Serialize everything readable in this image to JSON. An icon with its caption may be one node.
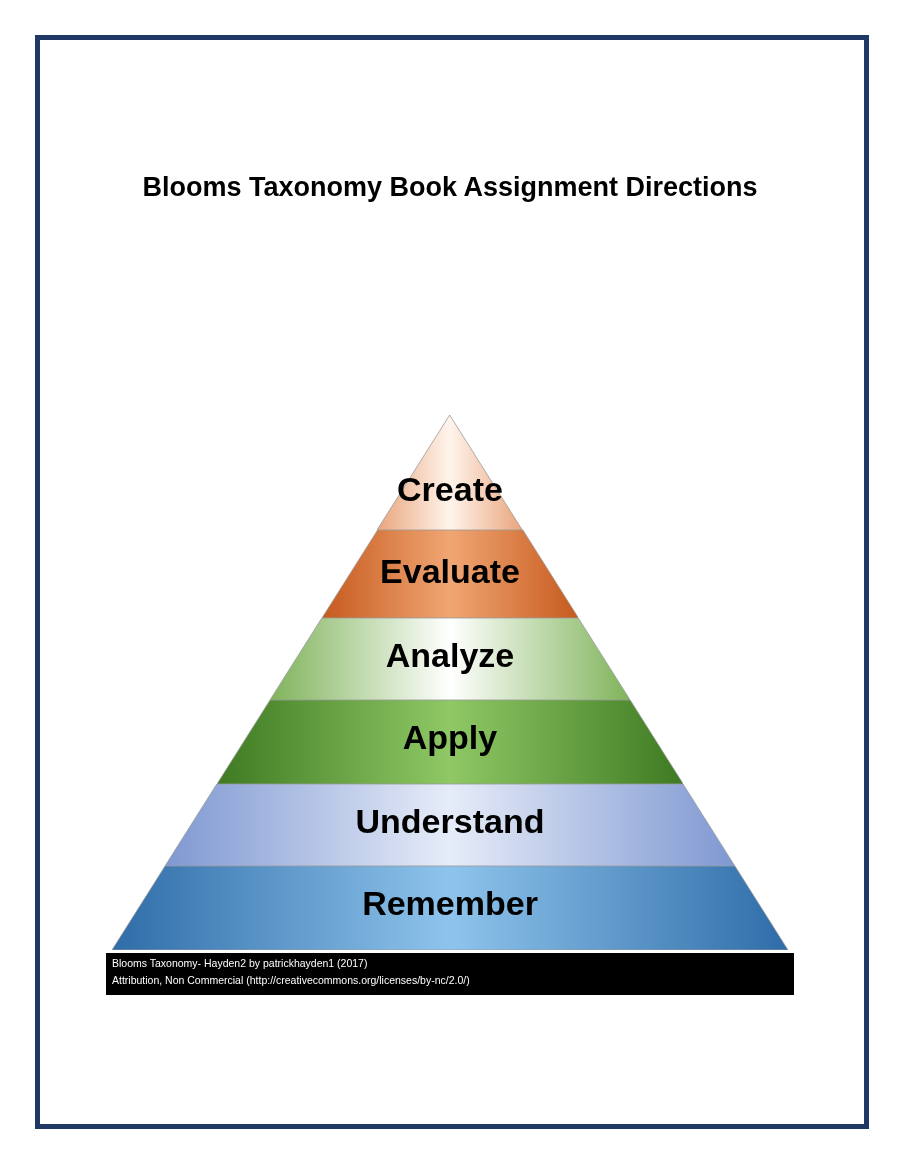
{
  "diagram": {
    "title": "Blooms Taxonomy Book Assignment Directions",
    "nodes": [
      {
        "text": [
          "Create"
        ]
      },
      {
        "text": [
          "Evaluate"
        ]
      },
      {
        "text": [
          "Analyze"
        ]
      },
      {
        "text": [
          "Apply"
        ]
      },
      {
        "text": [
          "Understand"
        ]
      },
      {
        "text": [
          "Remember"
        ]
      }
    ],
    "labels": [
      "Blooms Taxonomy- Hayden2 by patrickhayden1 (2017)",
      "Attribution, Non Commercial (http://creativecommons.org/licenses/by-nc/2.0/)"
    ]
  }
}
